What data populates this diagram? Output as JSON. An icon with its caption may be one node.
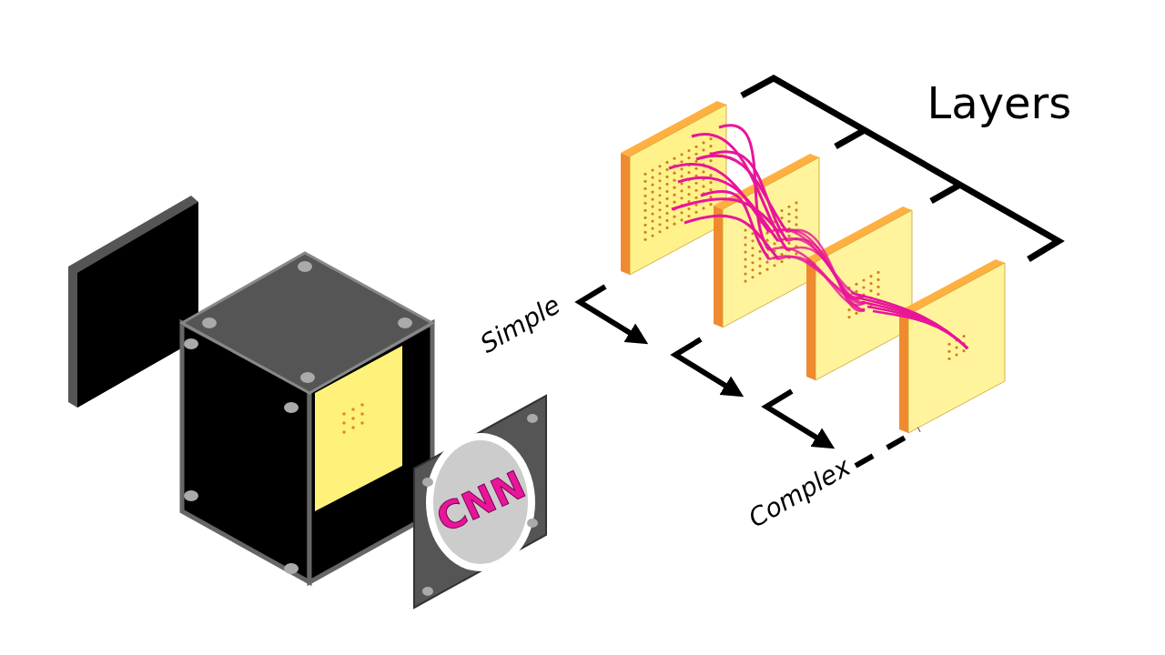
{
  "diagram": {
    "labels": [
      "CNN",
      "Layers",
      "Simple",
      "Complex"
    ]
  }
}
